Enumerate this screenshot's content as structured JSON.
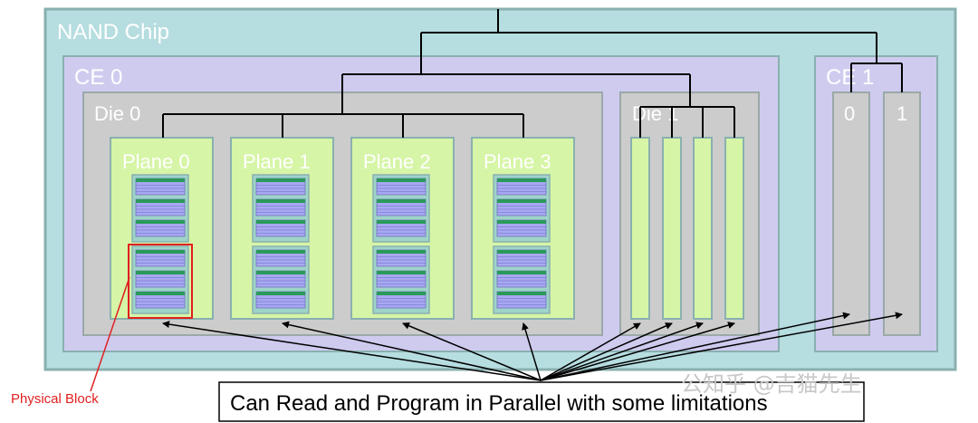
{
  "chip": {
    "label": "NAND Chip"
  },
  "ce0": {
    "label": "CE 0"
  },
  "ce1": {
    "label": "CE 1",
    "die_labels": [
      "0",
      "1"
    ]
  },
  "die0": {
    "label": "Die 0"
  },
  "die1": {
    "label": "Die 1"
  },
  "planes": [
    "Plane 0",
    "Plane 1",
    "Plane 2",
    "Plane 3"
  ],
  "physical_block_label": "Physical Block",
  "caption": "Can Read and Program in Parallel with some limitations",
  "watermark": "公知乎 @吉猫先生",
  "colors": {
    "chip_fill": "#b6dde0",
    "ce_fill": "#cfcbef",
    "die_fill": "#cccccc",
    "plane_fill": "#d6f5a6",
    "block_fill": "#a8a8f0",
    "block_stripe": "#2a9a5a",
    "border": "#8ab0b0",
    "highlight": "#e02020"
  }
}
